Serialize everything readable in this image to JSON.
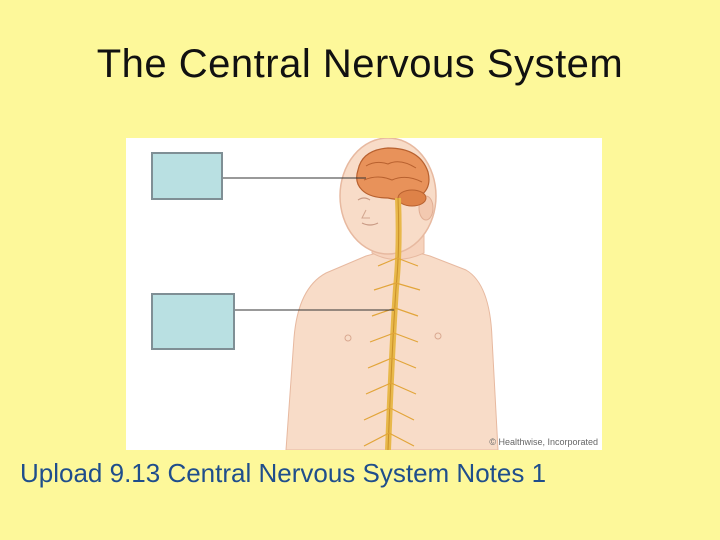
{
  "slide": {
    "title": "The Central Nervous System",
    "footer": "Upload 9.13 Central Nervous System Notes 1"
  },
  "diagram": {
    "credit": "© Healthwise, Incorporated",
    "labels": [
      {
        "id": "brain",
        "text": ""
      },
      {
        "id": "spinal-cord",
        "text": ""
      }
    ]
  },
  "colors": {
    "background": "#fdf89a",
    "label_box": "#b9e0e2",
    "footer_text": "#1f4e8c",
    "skin": "#f8dcc8",
    "brain": "#e8925a",
    "spinal_cord": "#e8b84a"
  }
}
